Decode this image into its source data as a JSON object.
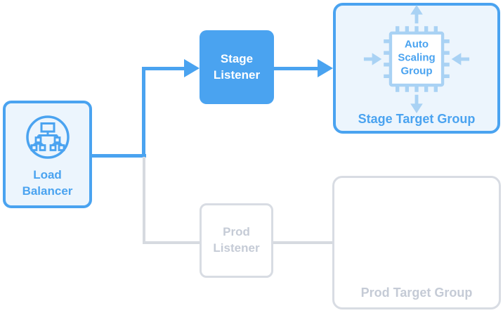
{
  "diagram": {
    "nodes": {
      "load_balancer": {
        "label": "Load Balancer",
        "state": "active",
        "icon": "load-balancer-network-icon"
      },
      "stage_listener": {
        "label": "Stage Listener",
        "state": "active"
      },
      "stage_target_group": {
        "label": "Stage Target Group",
        "state": "active",
        "auto_scaling_group": {
          "label": "Auto Scaling Group",
          "icon": "cpu-chip-icon"
        }
      },
      "prod_listener": {
        "label": "Prod Listener",
        "state": "inactive"
      },
      "prod_target_group": {
        "label": "Prod Target Group",
        "state": "inactive"
      }
    },
    "edges": [
      {
        "from": "load_balancer",
        "to": "stage_listener",
        "state": "active",
        "arrowhead": true
      },
      {
        "from": "stage_listener",
        "to": "stage_target_group",
        "state": "active",
        "arrowhead": true
      },
      {
        "from": "load_balancer",
        "to": "prod_listener",
        "state": "inactive",
        "arrowhead": false
      },
      {
        "from": "prod_listener",
        "to": "prod_target_group",
        "state": "inactive",
        "arrowhead": false
      }
    ],
    "colors": {
      "accent_blue": "#4aa3f0",
      "light_blue": "#a9d2f4",
      "box_fill_light_blue": "#ecf5fd",
      "inactive_border_gray": "#d8dce3",
      "inactive_text_gray": "#c5cbd6",
      "inactive_line_gray": "#d6dae0",
      "background": "#ffffff"
    }
  }
}
